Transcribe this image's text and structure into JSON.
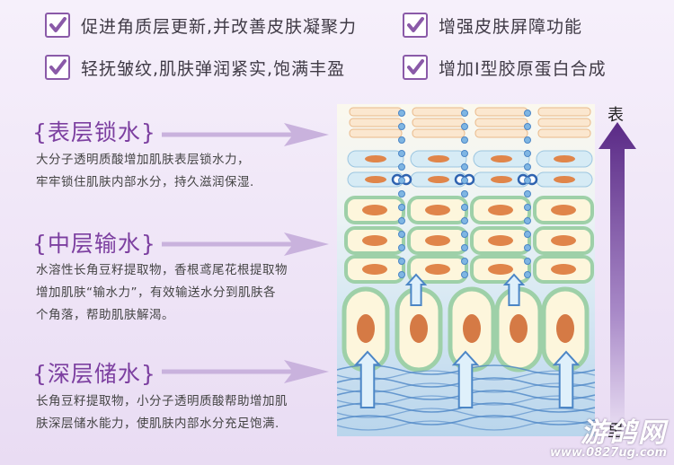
{
  "benefits": [
    {
      "text": "促进角质层更新,并改善皮肤凝聚力"
    },
    {
      "text": "增强皮肤屏障功能"
    },
    {
      "text": "轻抚皱纹,肌肤弹润紧实,饱满丰盈"
    },
    {
      "text": "增加I型胶原蛋白合成"
    }
  ],
  "sections": [
    {
      "title": "{表层锁水}",
      "desc": "大分子透明质酸增加肌肤表层锁水力，\n牢牢锁住肌肤内部水分，持久滋润保湿."
    },
    {
      "title": "{中层输水}",
      "desc": "水溶性长角豆籽提取物，香根鸢尾花根提取物\n增加肌肤“输水力”，有效输送水分到肌肤各\n个角落，帮助肌肤解渴。"
    },
    {
      "title": "{深层储水}",
      "desc": "长角豆籽提取物，小分子透明质酸帮助增加肌\n肤深层储水能力，使肌肤内部水分充足饱满."
    }
  ],
  "diagram": {
    "top_label": "表",
    "bottom_label": "里"
  },
  "watermark": {
    "line1": "游鸽网",
    "line2": "www.0827ug.com"
  },
  "colors": {
    "accent": "#7c3fa0",
    "check": "#8a5aa8",
    "arrow": "#c9b2dd"
  }
}
